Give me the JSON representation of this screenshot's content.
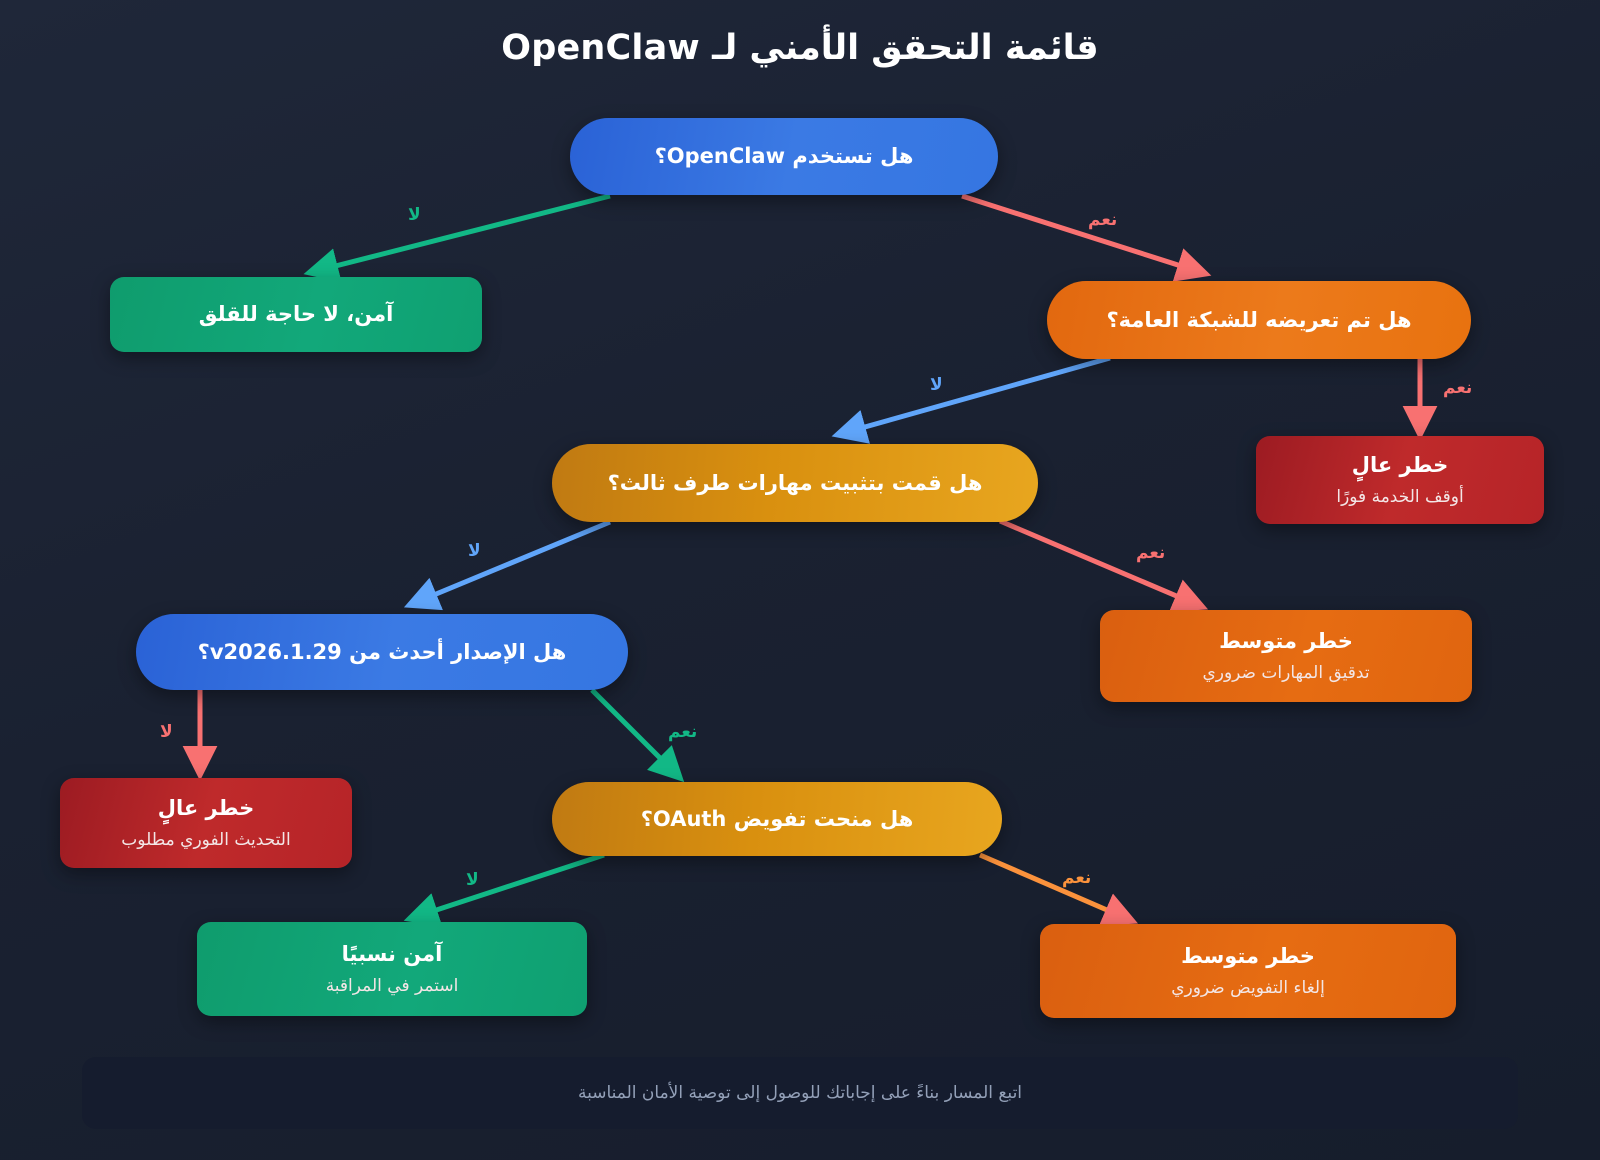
{
  "title": "قائمة التحقق الأمني لـ OpenClaw",
  "footer": {
    "caption": "اتبع المسار بناءً على إجاباتك للوصول إلى توصية الأمان المناسبة"
  },
  "labels": {
    "yes": "نعم",
    "no": "لا"
  },
  "colors": {
    "background": "#1c2334",
    "blue": "#3b7ae4",
    "orange": "#ec7a1b",
    "amber": "#d9900f",
    "green": "#12a87a",
    "red": "#bf2a2b",
    "edge_green": "#12b886",
    "edge_red": "#f87171",
    "edge_blue": "#60a5fa",
    "edge_orange": "#fb923c",
    "footer_panel": "#151c2e",
    "footer_text": "#93a0b8"
  },
  "nodes": [
    {
      "id": "use-openclaw",
      "kind": "decision",
      "title": "هل تستخدم OpenClaw؟",
      "subtitle": ""
    },
    {
      "id": "safe-no-worry",
      "kind": "outcome",
      "title": "آمن، لا حاجة للقلق",
      "subtitle": ""
    },
    {
      "id": "public-exposure",
      "kind": "decision",
      "title": "هل تم تعريضه للشبكة العامة؟",
      "subtitle": ""
    },
    {
      "id": "high-risk-stop",
      "kind": "outcome",
      "title": "خطر عالٍ",
      "subtitle": "أوقف الخدمة فورًا"
    },
    {
      "id": "third-party-skills",
      "kind": "decision",
      "title": "هل قمت بتثبيت مهارات طرف ثالث؟",
      "subtitle": ""
    },
    {
      "id": "medium-risk-audit",
      "kind": "outcome",
      "title": "خطر متوسط",
      "subtitle": "تدقيق المهارات ضروري"
    },
    {
      "id": "version-check",
      "kind": "decision",
      "title": "هل الإصدار أحدث من v2026.1.29؟",
      "subtitle": ""
    },
    {
      "id": "high-risk-update",
      "kind": "outcome",
      "title": "خطر عالٍ",
      "subtitle": "التحديث الفوري مطلوب"
    },
    {
      "id": "oauth-grant",
      "kind": "decision",
      "title": "هل منحت تفويض OAuth؟",
      "subtitle": ""
    },
    {
      "id": "relatively-safe",
      "kind": "outcome",
      "title": "آمن نسبيًا",
      "subtitle": "استمر في المراقبة"
    },
    {
      "id": "medium-risk-revoke",
      "kind": "outcome",
      "title": "خطر متوسط",
      "subtitle": "إلغاء التفويض ضروري"
    }
  ],
  "edges": [
    {
      "from": "use-openclaw",
      "to": "safe-no-worry",
      "label": "لا",
      "color": "#12b886"
    },
    {
      "from": "use-openclaw",
      "to": "public-exposure",
      "label": "نعم",
      "color": "#f87171"
    },
    {
      "from": "public-exposure",
      "to": "high-risk-stop",
      "label": "نعم",
      "color": "#f87171"
    },
    {
      "from": "public-exposure",
      "to": "third-party-skills",
      "label": "لا",
      "color": "#60a5fa"
    },
    {
      "from": "third-party-skills",
      "to": "medium-risk-audit",
      "label": "نعم",
      "color": "#f87171"
    },
    {
      "from": "third-party-skills",
      "to": "version-check",
      "label": "لا",
      "color": "#60a5fa"
    },
    {
      "from": "version-check",
      "to": "high-risk-update",
      "label": "لا",
      "color": "#f87171"
    },
    {
      "from": "version-check",
      "to": "oauth-grant",
      "label": "نعم",
      "color": "#12b886"
    },
    {
      "from": "oauth-grant",
      "to": "relatively-safe",
      "label": "لا",
      "color": "#12b886"
    },
    {
      "from": "oauth-grant",
      "to": "medium-risk-revoke",
      "label": "نعم",
      "color": "#fb923c"
    }
  ]
}
